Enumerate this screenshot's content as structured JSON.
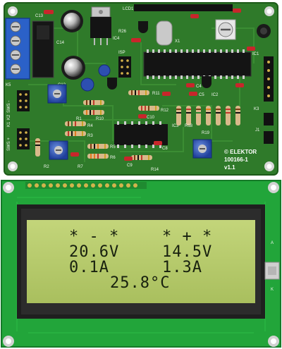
{
  "pcb": {
    "brand": "© ELEKTOR",
    "board_id": "100166-1",
    "version": "v1.1",
    "lcd_label": "LCD1",
    "k5_label": "K5",
    "k2_label": "K2",
    "k1_label": "K1",
    "sws1_label": "SWS -",
    "sws2_label": "SWS +",
    "isp_label": "ISP",
    "r26": "R26",
    "c13": "C13",
    "c14": "C14",
    "c12": "C12",
    "ic4": "IC4",
    "ic1": "IC1",
    "ic2": "IC2",
    "ic3": "IC3",
    "r18": "R18",
    "r19": "R19",
    "r11": "R11",
    "r12": "R12",
    "r14": "R14",
    "r10": "R10",
    "r1": "R1",
    "r2": "R2",
    "r3": "R3",
    "r4": "R4",
    "r5": "R5",
    "r6": "R6",
    "r7": "R7",
    "x1": "X1",
    "j1": "J1",
    "k3": "K3",
    "c9": "C9",
    "c4": "C4",
    "c5": "C5",
    "c8": "C8",
    "c10": "C10"
  },
  "lcd": {
    "line1_left": "* - *",
    "line1_right": "* + *",
    "line2_left": "20.6V",
    "line2_right": "14.5V",
    "line3_left": "0.1A",
    "line3_right": "1.3A",
    "line4": "25.8°C",
    "pin_a": "A",
    "pin_k": "K"
  },
  "colors": {
    "pcb_green": "#2f7a2a",
    "lcd_pcb_green": "#22a53a",
    "lcd_screen": "#b3c86a",
    "bezel": "#222222"
  }
}
